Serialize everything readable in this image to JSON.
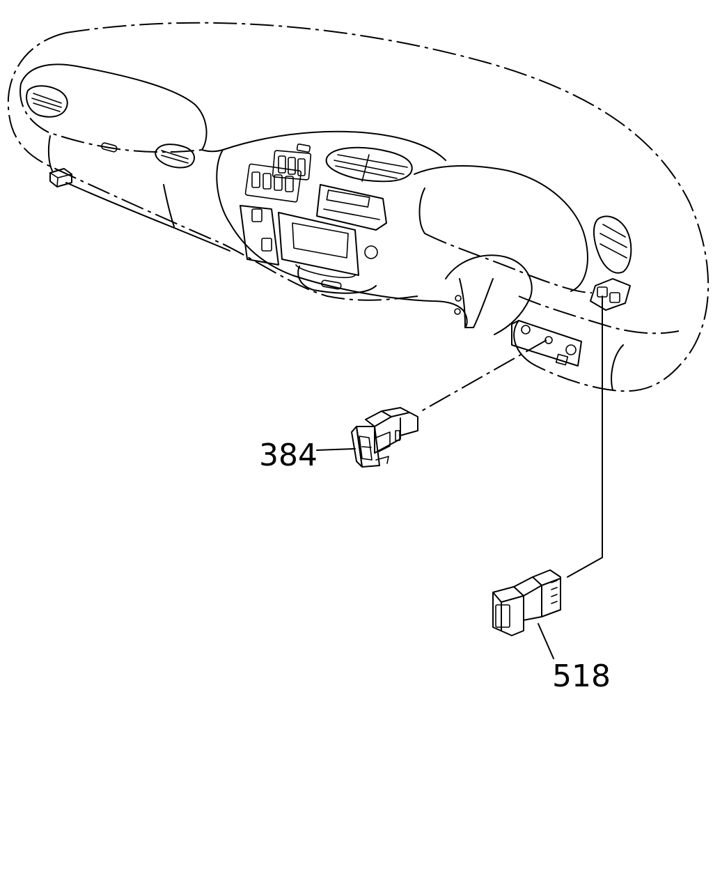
{
  "callouts": [
    {
      "id": "384",
      "label": "384"
    },
    {
      "id": "518",
      "label": "518"
    }
  ],
  "colors": {
    "line": "#000000",
    "background": "#ffffff"
  }
}
